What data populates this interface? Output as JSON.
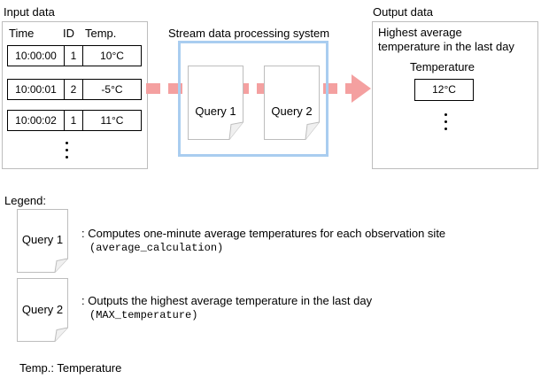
{
  "input": {
    "title": "Input data",
    "columns": [
      "Time",
      "ID",
      "Temp."
    ],
    "rows": [
      {
        "time": "10:00:00",
        "id": "1",
        "temp": "10°C"
      },
      {
        "time": "10:00:01",
        "id": "2",
        "temp": "-5°C"
      },
      {
        "time": "10:00:02",
        "id": "1",
        "temp": "11°C"
      }
    ]
  },
  "system": {
    "title": "Stream data processing system",
    "queries": [
      "Query 1",
      "Query 2"
    ]
  },
  "output": {
    "title": "Output data",
    "desc_line1": "Highest average",
    "desc_line2": "temperature in the last day",
    "column": "Temperature",
    "value": "12°C"
  },
  "legend": {
    "title": "Legend:",
    "items": [
      {
        "query": "Query 1",
        "desc": ": Computes one-minute average temperatures for each observation site",
        "code": "(average_calculation)"
      },
      {
        "query": "Query 2",
        "desc": ": Outputs the highest average temperature in the last day",
        "code": "(MAX_temperature)"
      }
    ],
    "footnote": "Temp.: Temperature"
  },
  "colors": {
    "arrow": "#f4a0a0",
    "system_border": "#a9cdf0",
    "panel_border": "#bdbdbd"
  },
  "icons": [
    "document-icon",
    "arrow-right-icon",
    "vertical-ellipsis-icon"
  ]
}
